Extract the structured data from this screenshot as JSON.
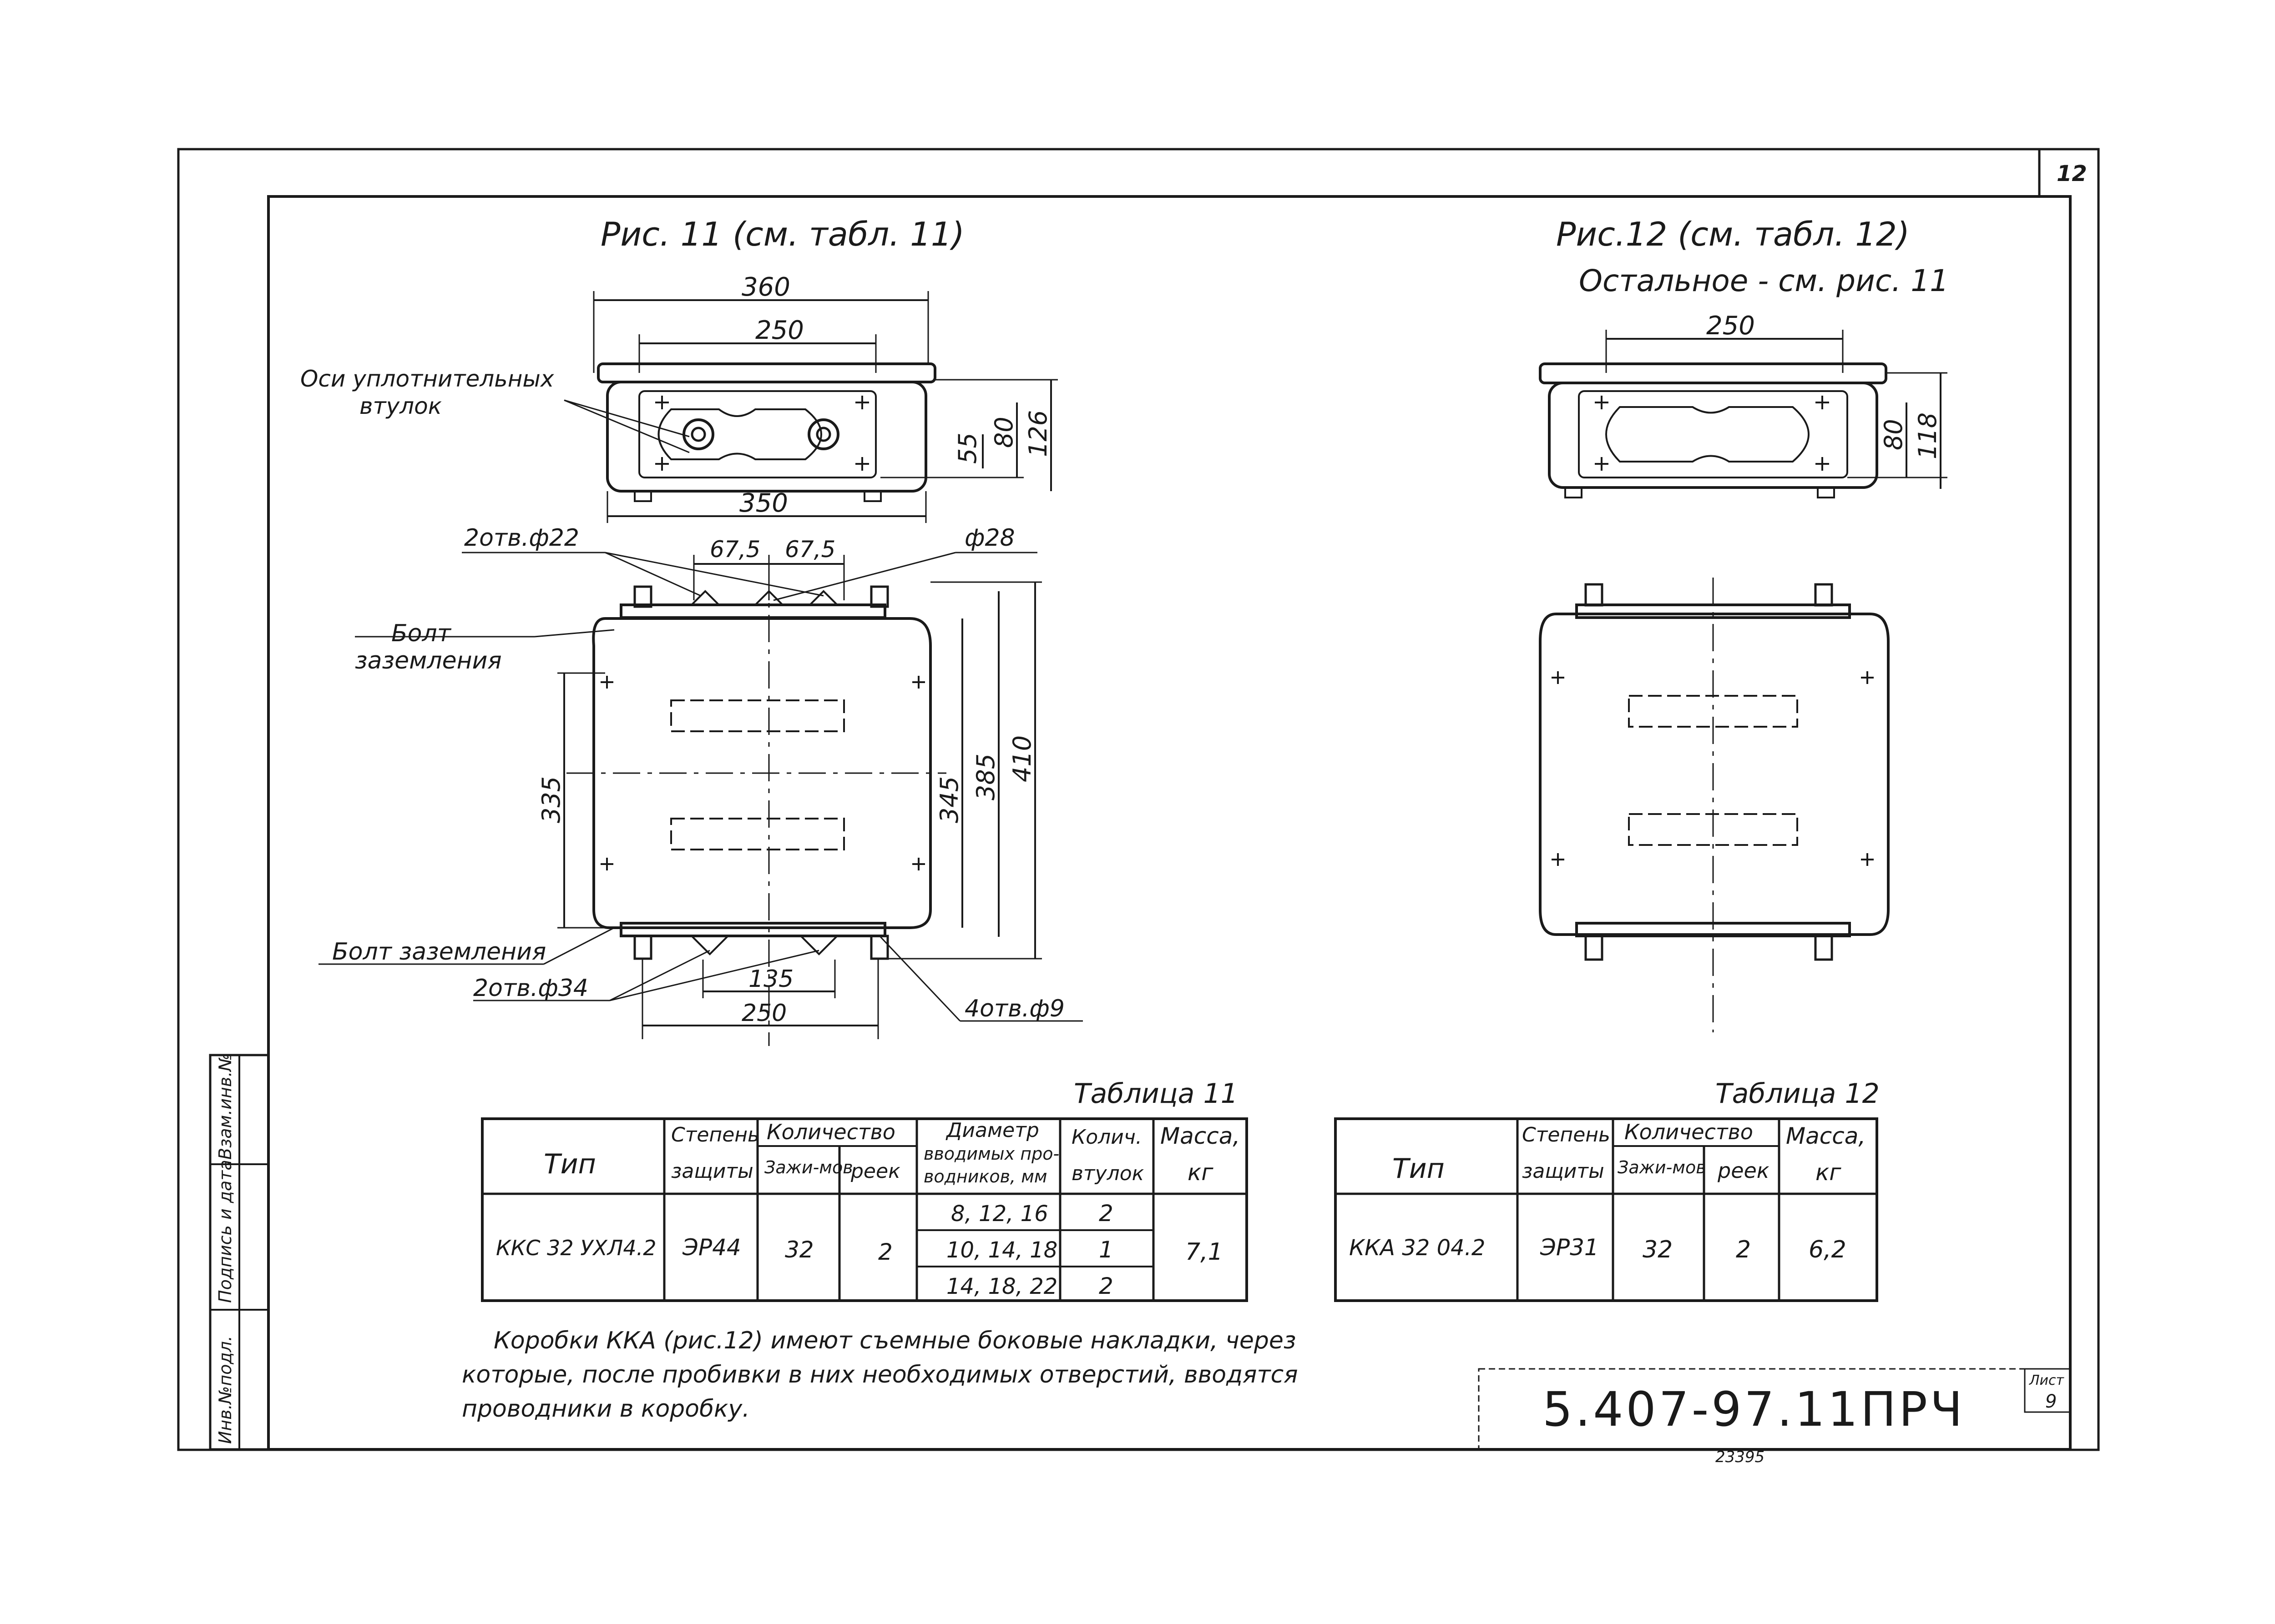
{
  "sheet_number": "12",
  "fig11": {
    "title": "Рис. 11 (см. табл. 11)",
    "dims": {
      "top_width": "360",
      "inner_width": "250",
      "bottom_width": "350",
      "h_55": "55",
      "h_80": "80",
      "h_126": "126",
      "d_67_5_a": "67,5",
      "d_67_5_b": "67,5",
      "h_335": "335",
      "h_345": "345",
      "h_385": "385",
      "h_410": "410",
      "w_135": "135",
      "w_250_bottom": "250"
    },
    "labels": {
      "axes_seals": "Оси уплотнительных",
      "axes_seals_2": "втулок",
      "holes_22": "2отв.ф22",
      "hole_28": "ф28",
      "bolt_ground_1": "Болт",
      "bolt_ground_1b": "заземления",
      "bolt_ground_2": "Болт заземления",
      "holes_34": "2отв.ф34",
      "holes_9": "4отв.ф9"
    }
  },
  "fig12": {
    "title": "Рис.12  (см. табл. 12)",
    "subtitle": "Остальное - см. рис. 11",
    "dims": {
      "inner_width": "250",
      "h_80": "80",
      "h_118": "118"
    }
  },
  "table11": {
    "title": "Таблица 11",
    "headers": {
      "type": "Тип",
      "protection_1": "Степень",
      "protection_2": "защиты",
      "quantity": "Количество",
      "clamps": "Зажи-мов",
      "rails": "реек",
      "diameter_1": "Диаметр",
      "diameter_2": "вводимых про-",
      "diameter_3": "водников, мм",
      "bushings_1": "Колич.",
      "bushings_2": "втулок",
      "mass_1": "Масса,",
      "mass_2": "кг"
    },
    "row": {
      "type": "ККС 32 УХЛ4.2",
      "protection": "ЭР44",
      "clamps": "32",
      "rails": "2",
      "diameters": [
        "8, 12, 16",
        "10, 14, 18",
        "14, 18, 22"
      ],
      "bushings": [
        "2",
        "1",
        "2"
      ],
      "mass": "7,1"
    }
  },
  "table12": {
    "title": "Таблица 12",
    "headers": {
      "type": "Тип",
      "protection_1": "Степень",
      "protection_2": "защиты",
      "quantity": "Количество",
      "clamps": "Зажи-мов",
      "rails": "реек",
      "mass_1": "Масса,",
      "mass_2": "кг"
    },
    "row": {
      "type": "ККА 32 04.2",
      "protection": "ЭР31",
      "clamps": "32",
      "rails": "2",
      "mass": "6,2"
    }
  },
  "note": {
    "line1": "Коробки ККА (рис.12) имеют съемные боковые накладки, через",
    "line2": "которые, после пробивки в них необходимых отверстий, вводятся",
    "line3": "проводники в коробку."
  },
  "stamp": {
    "code": "5.407-97.11ПРЧ",
    "sheet_label": "Лист",
    "sheet_no": "9",
    "archive": "23395"
  },
  "side_stamp": {
    "col1": "Инв.№подл.",
    "col2": "Подпись и дата",
    "col3": "Взам.инв.№"
  }
}
